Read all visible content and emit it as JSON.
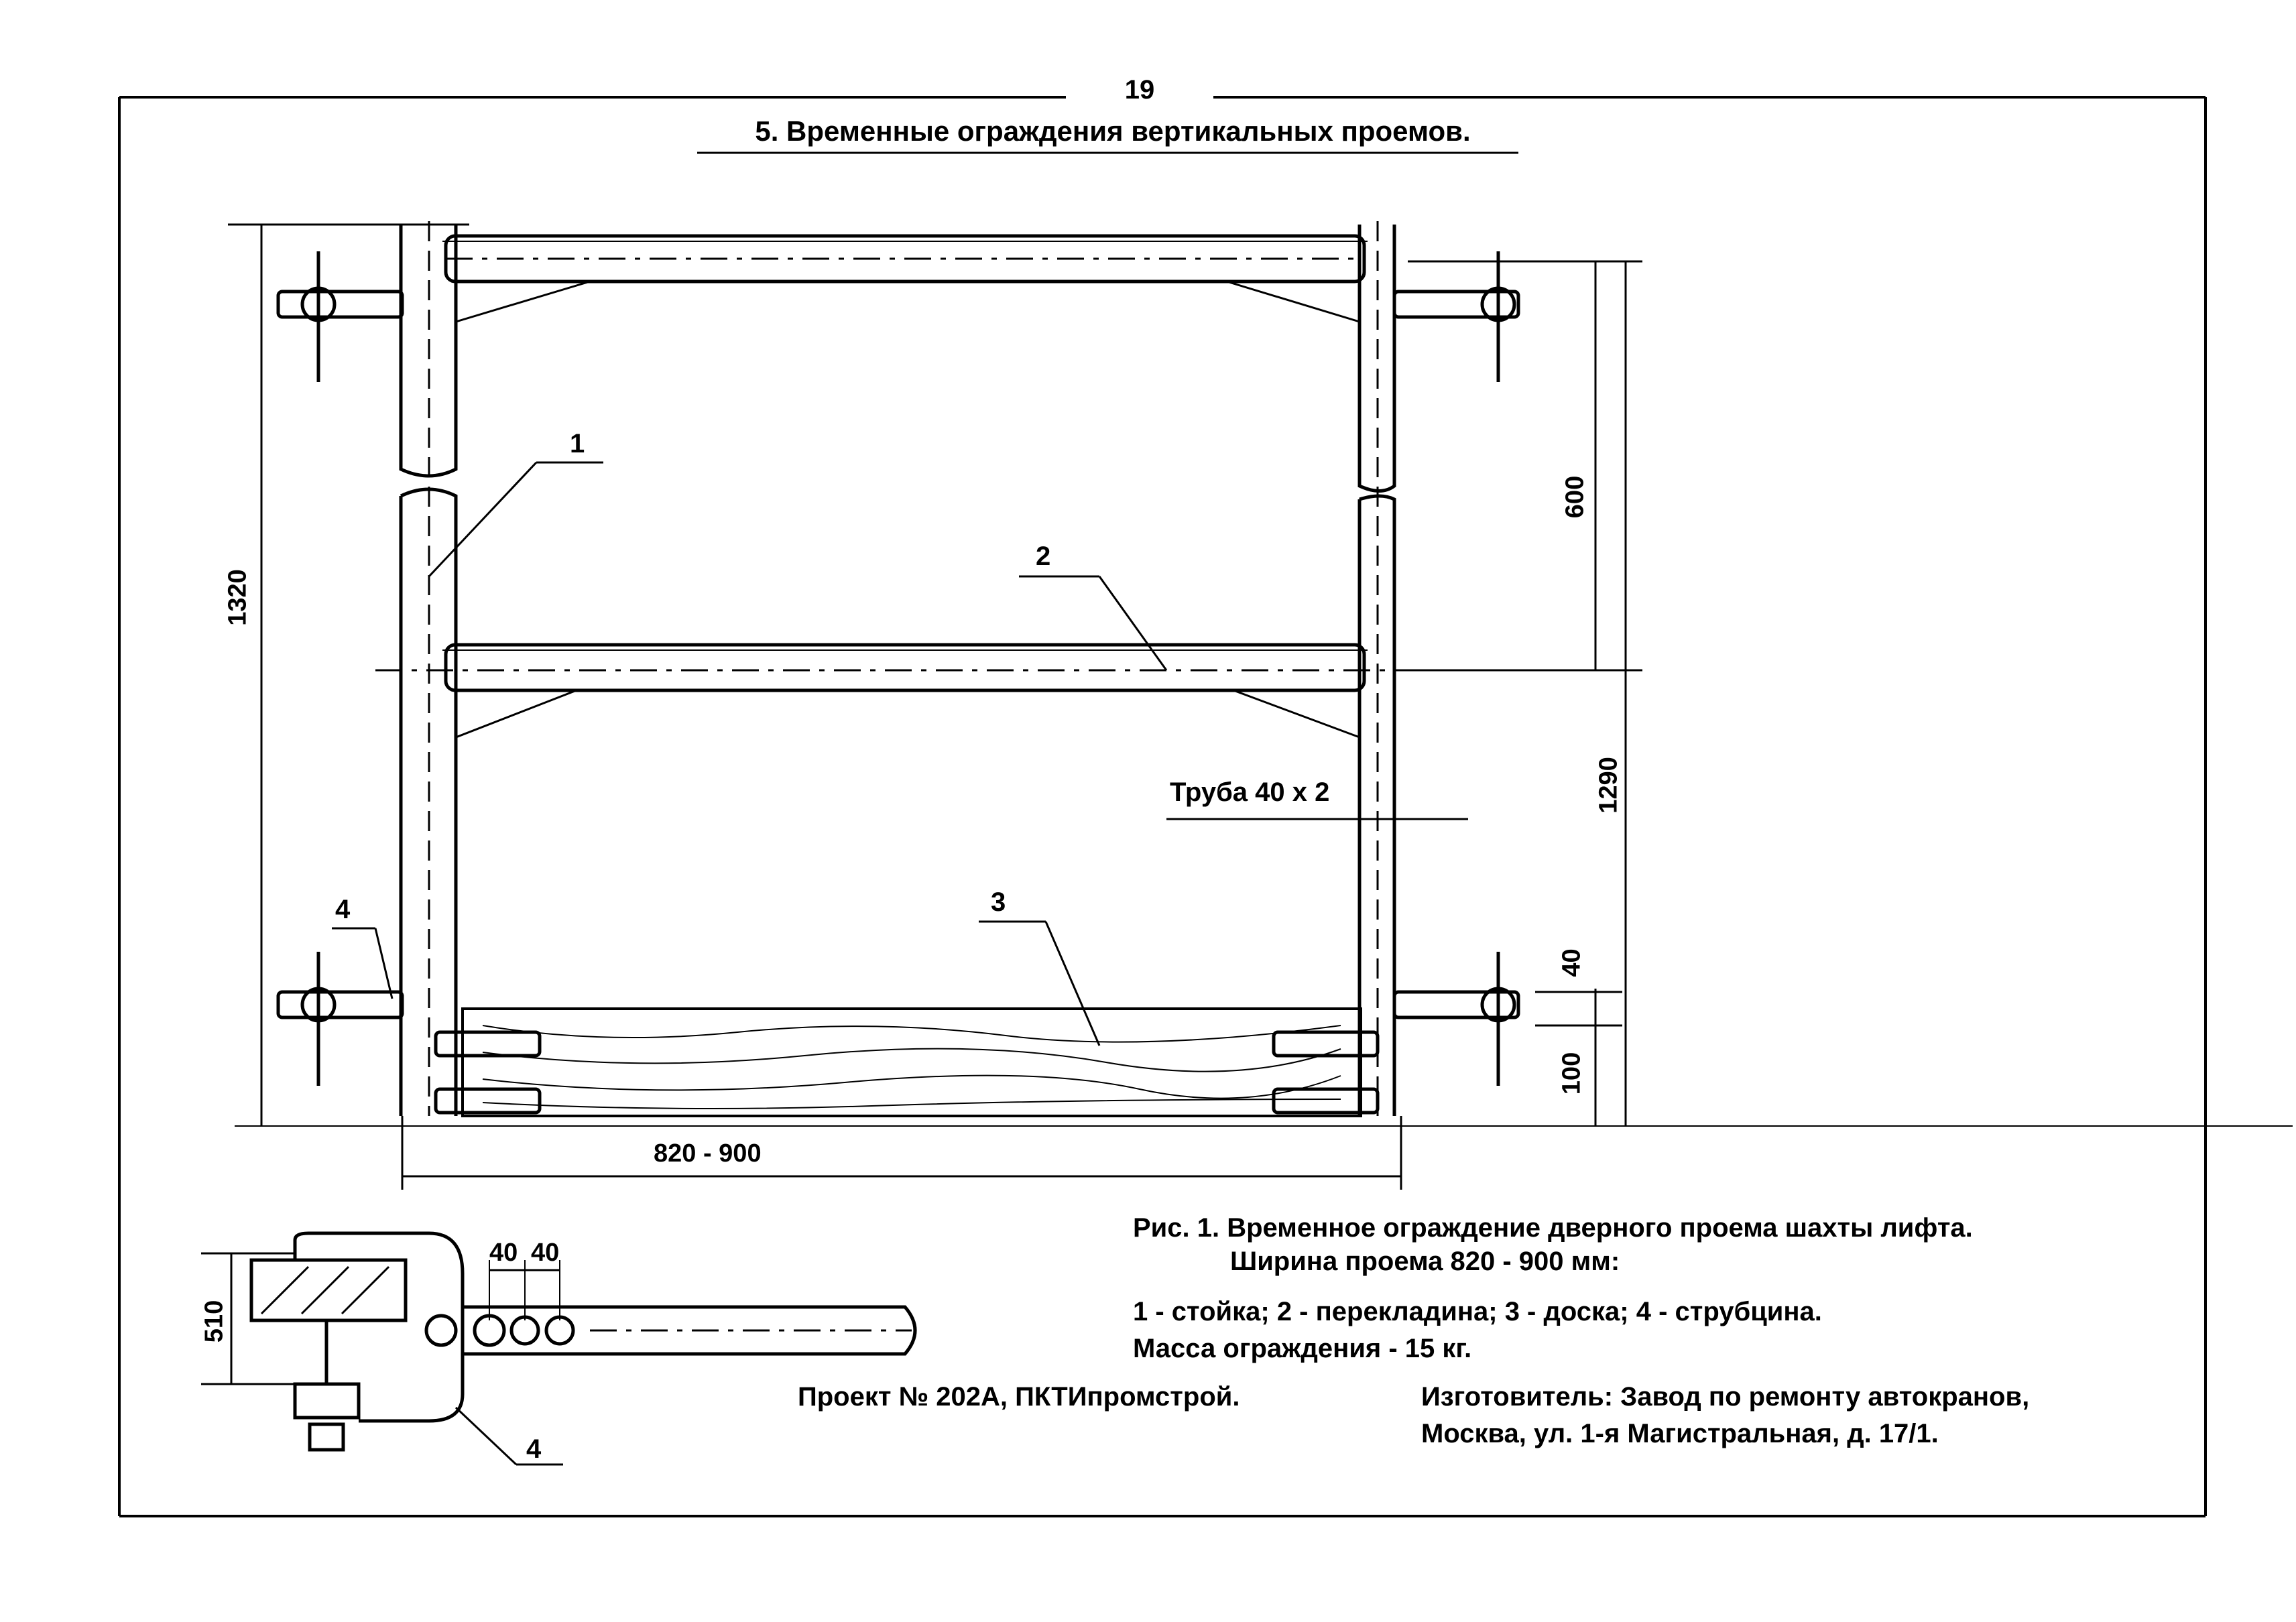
{
  "page_number": "19",
  "section_title": "5. Временные ограждения вертикальных проемов.",
  "drawing": {
    "callouts": [
      "1",
      "2",
      "3",
      "4"
    ],
    "dimensions": {
      "total_height": "1320",
      "upper_spacing": "600",
      "lower_height": "1290",
      "clamp_offset": "40",
      "board_height": "100",
      "opening_width": "820 - 900",
      "pipe_label": "Труба 40 х 2"
    },
    "detail": {
      "hole_spacing_a": "40",
      "hole_spacing_b": "40",
      "clamp_height": "510",
      "callout": "4"
    }
  },
  "caption": {
    "line1": "Рис. 1. Временное ограждение дверного проема шахты лифта.",
    "line2": "Ширина проема 820 - 900 мм:",
    "legend": "1 - стойка; 2 - перекладина; 3 - доска; 4 - струбцина.",
    "mass": "Масса ограждения - 15 кг."
  },
  "footer": {
    "project": "Проект № 202А, ПКТИпромстрой.",
    "manufacturer_line1": "Изготовитель: Завод по ремонту автокранов,",
    "manufacturer_line2": "Москва, ул. 1-я Магистральная, д. 17/1."
  }
}
